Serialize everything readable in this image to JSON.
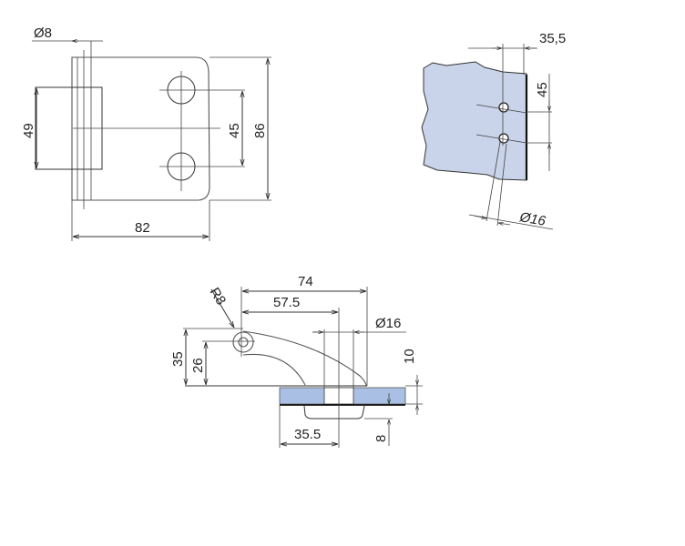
{
  "drawings": {
    "front_view": {
      "dim_pin_diameter": "Ø8",
      "dim_height_box": "49",
      "dim_hole_spacing": "45",
      "dim_total_height": "86",
      "dim_width": "82"
    },
    "glass_detail": {
      "dim_edge_offset": "35,5",
      "dim_hole_spacing": "45",
      "dim_hole_diameter": "Ø16",
      "glass_color": "#c9d4ea"
    },
    "side_view": {
      "dim_radius": "R8",
      "dim_length": "74",
      "dim_hole_center": "57.5",
      "dim_hole_diameter": "Ø16",
      "dim_height": "35",
      "dim_pivot_height": "26",
      "dim_glass_thickness": "10",
      "dim_cap": "8",
      "dim_glass_offset": "35.5",
      "glass_color": "#a9c0e4"
    }
  }
}
